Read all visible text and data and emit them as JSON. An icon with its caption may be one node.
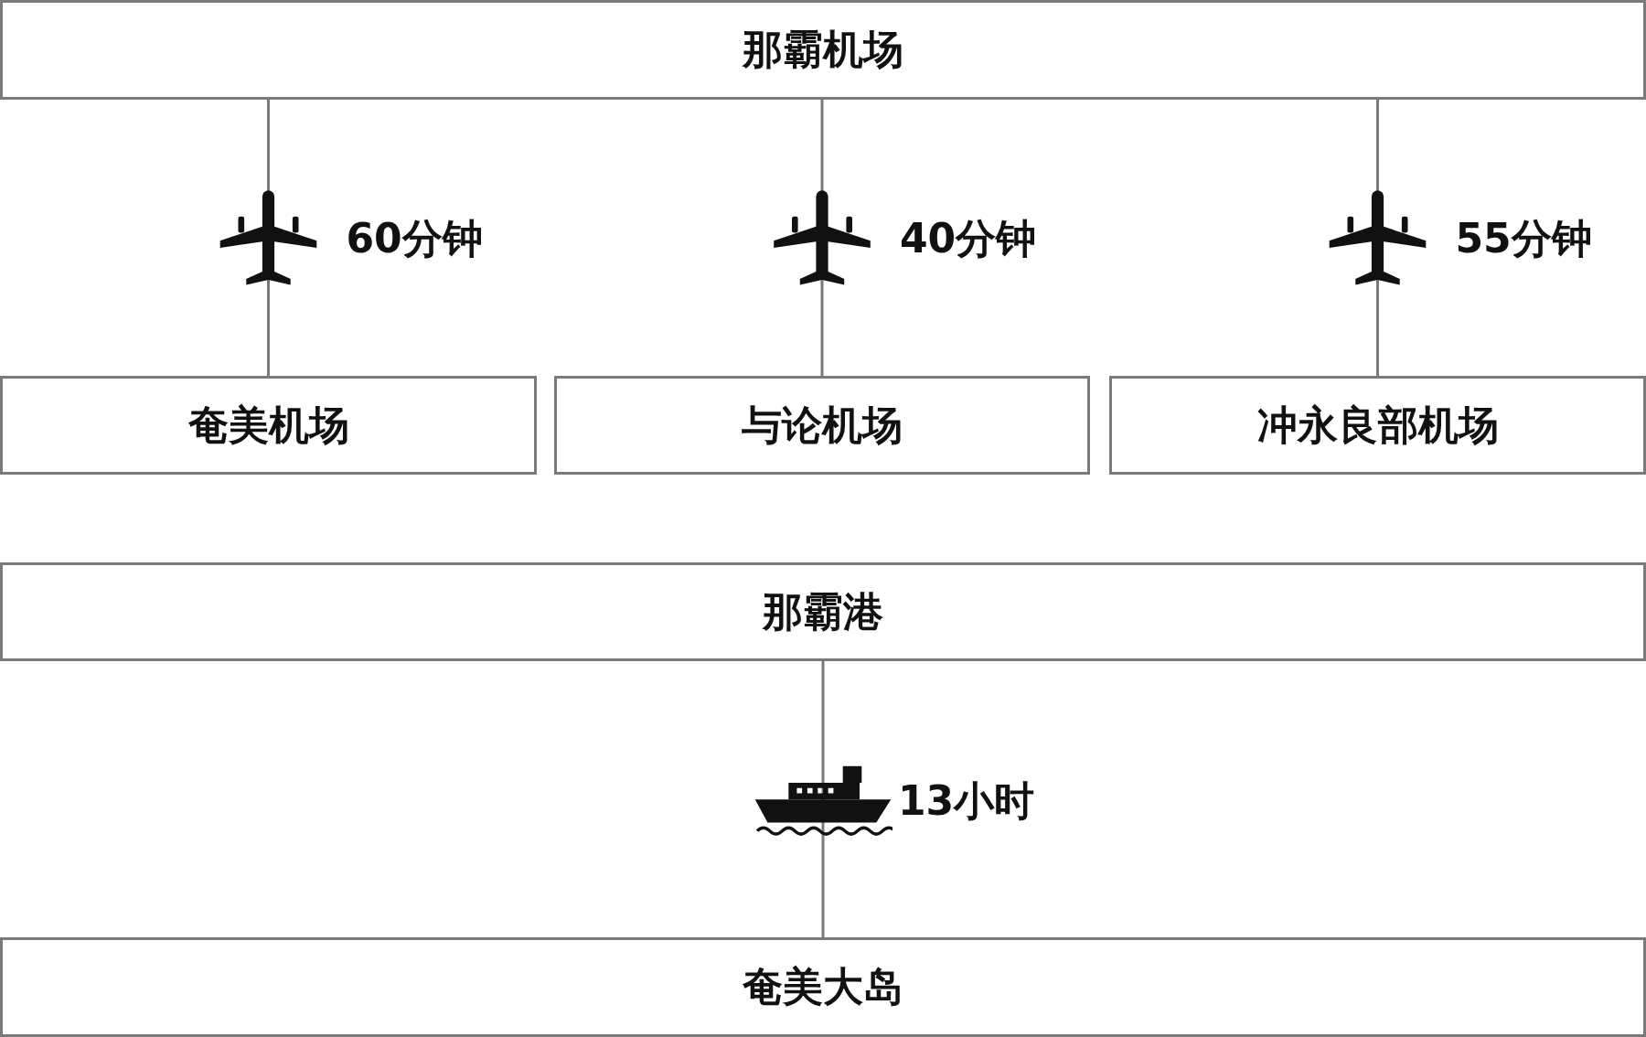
{
  "diagram": {
    "nodes": [
      {
        "text": [
          "那霸机场"
        ]
      },
      {
        "text": [
          "奄美机场"
        ]
      },
      {
        "text": [
          "与论机场"
        ]
      },
      {
        "text": [
          "冲永良部机场"
        ]
      },
      {
        "text": [
          "那霸港"
        ]
      },
      {
        "text": [
          "奄美大岛"
        ]
      }
    ],
    "edges": [
      {
        "from": 0,
        "to": 1,
        "arrow": "none",
        "label": "60分钟"
      },
      {
        "from": 0,
        "to": 2,
        "arrow": "none",
        "label": "40分钟"
      },
      {
        "from": 0,
        "to": 3,
        "arrow": "none",
        "label": "55分钟"
      },
      {
        "from": 4,
        "to": 5,
        "arrow": "none",
        "label": "13小时"
      }
    ]
  }
}
